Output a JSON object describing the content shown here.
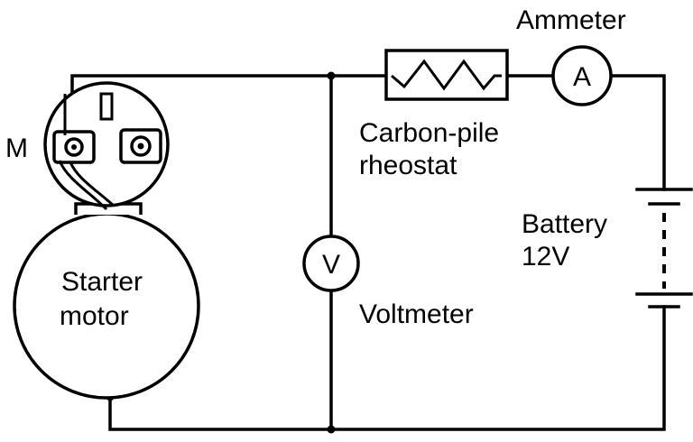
{
  "labels": {
    "ammeter": "Ammeter",
    "ammeter_symbol": "A",
    "rheostat_line1": "Carbon-pile",
    "rheostat_line2": "rheostat",
    "battery_line1": "Battery",
    "battery_line2": "12V",
    "voltmeter": "Voltmeter",
    "voltmeter_symbol": "V",
    "motor_line1": "Starter",
    "motor_line2": "motor",
    "terminal_m": "M"
  },
  "colors": {
    "ink": "#000000",
    "paper": "#ffffff"
  }
}
